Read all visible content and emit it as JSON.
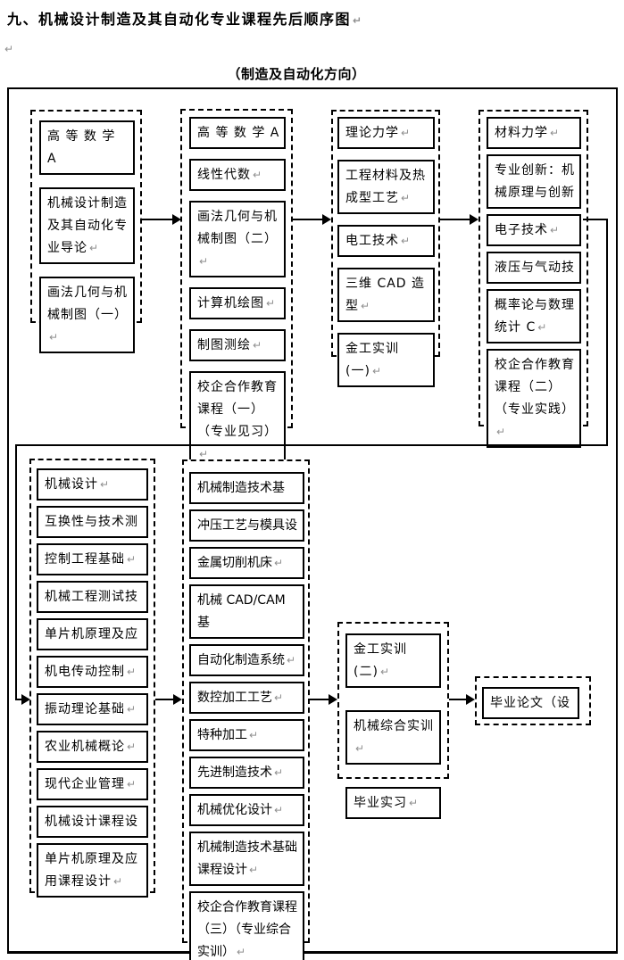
{
  "page": {
    "heading": "九、机械设计制造及其自动化专业课程先后顺序图",
    "subtitle": "（制造及自动化方向）",
    "paragraph_mark": "↵"
  },
  "diagram": {
    "groups": [
      {
        "id": "term1",
        "name": "semester-1-courses",
        "courses": [
          {
            "label": "高 等 数 学  A",
            "pilcrow": false
          },
          {
            "label": "机械设计制造及其自动化专业导论",
            "pilcrow": true
          },
          {
            "label": "画法几何与机械制图（一）",
            "pilcrow": true
          }
        ]
      },
      {
        "id": "term2",
        "name": "semester-2-courses",
        "courses": [
          {
            "label": "高 等 数 学  A",
            "pilcrow": false
          },
          {
            "label": "线性代数",
            "pilcrow": true
          },
          {
            "label": "画法几何与机械制图（二）",
            "pilcrow": true
          },
          {
            "label": "计算机绘图",
            "pilcrow": true
          },
          {
            "label": "制图测绘",
            "pilcrow": true
          },
          {
            "label": "校企合作教育课程（一）（专业见习）",
            "pilcrow": true
          }
        ]
      },
      {
        "id": "term3",
        "name": "semester-3-courses",
        "courses": [
          {
            "label": "理论力学",
            "pilcrow": true
          },
          {
            "label": "工程材料及热成型工艺",
            "pilcrow": true
          },
          {
            "label": "电工技术",
            "pilcrow": true
          },
          {
            "label": "三维 CAD 造型",
            "pilcrow": true
          },
          {
            "label": "金工实训(一)",
            "pilcrow": true
          }
        ]
      },
      {
        "id": "term4",
        "name": "semester-4-courses",
        "courses": [
          {
            "label": "材料力学",
            "pilcrow": true
          },
          {
            "label": "专业创新：机械原理与创新",
            "pilcrow": false
          },
          {
            "label": "电子技术",
            "pilcrow": true
          },
          {
            "label": "液压与气动技",
            "pilcrow": false
          },
          {
            "label": "概率论与数理统计 C",
            "pilcrow": true
          },
          {
            "label": "校企合作教育课程（二）（专业实践）",
            "pilcrow": true
          }
        ]
      },
      {
        "id": "term5",
        "name": "semester-5-courses",
        "courses": [
          {
            "label": "机械设计",
            "pilcrow": true
          },
          {
            "label": "互换性与技术测",
            "pilcrow": false
          },
          {
            "label": "控制工程基础",
            "pilcrow": true
          },
          {
            "label": "机械工程测试技",
            "pilcrow": false
          },
          {
            "label": "单片机原理及应",
            "pilcrow": false
          },
          {
            "label": "机电传动控制",
            "pilcrow": true
          },
          {
            "label": "振动理论基础",
            "pilcrow": true
          },
          {
            "label": "农业机械概论",
            "pilcrow": true
          },
          {
            "label": "现代企业管理",
            "pilcrow": true
          },
          {
            "label": "机械设计课程设",
            "pilcrow": false
          },
          {
            "label": "单片机原理及应用课程设计",
            "pilcrow": true
          }
        ]
      },
      {
        "id": "term6",
        "name": "semester-6-courses",
        "courses": [
          {
            "label": "机械制造技术基",
            "pilcrow": false
          },
          {
            "label": "冲压工艺与模具设",
            "pilcrow": false
          },
          {
            "label": "金属切削机床",
            "pilcrow": true
          },
          {
            "label": "机械 CAD/CAM 基",
            "pilcrow": false
          },
          {
            "label": "自动化制造系统",
            "pilcrow": true
          },
          {
            "label": "数控加工工艺",
            "pilcrow": true
          },
          {
            "label": "特种加工",
            "pilcrow": true
          },
          {
            "label": "先进制造技术",
            "pilcrow": true
          },
          {
            "label": "机械优化设计",
            "pilcrow": true
          },
          {
            "label": "机械制造技术基础课程设计",
            "pilcrow": true
          },
          {
            "label": "校企合作教育课程（三）（专业综合实训）",
            "pilcrow": true
          }
        ]
      },
      {
        "id": "practice",
        "name": "practice-courses",
        "courses": [
          {
            "label": "金工实训(二)",
            "pilcrow": true
          },
          {
            "label": "机械综合实训",
            "pilcrow": true
          },
          {
            "label": "毕业实习",
            "pilcrow": true
          }
        ]
      },
      {
        "id": "thesis",
        "name": "thesis-course",
        "courses": [
          {
            "label": "毕业论文（设",
            "pilcrow": false
          }
        ]
      }
    ]
  }
}
